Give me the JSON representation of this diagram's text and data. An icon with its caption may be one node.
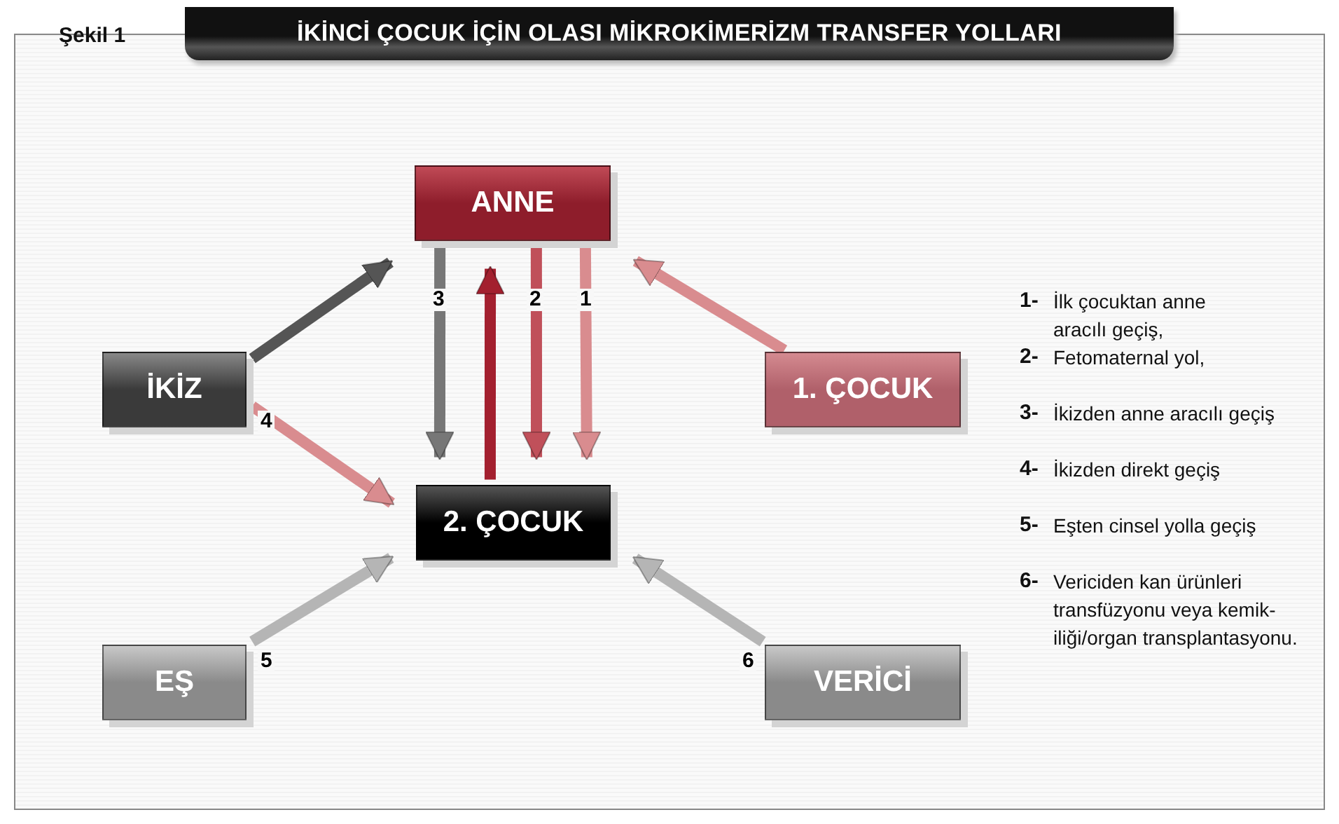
{
  "diagram": {
    "title": "İKİNCİ ÇOCUK İÇİN OLASI MİKROKİMERİZM TRANSFER YOLLARI",
    "nodes": [
      {
        "text": [
          "ANNE"
        ]
      },
      {
        "text": [
          "İKİZ"
        ]
      },
      {
        "text": [
          "1. ÇOCUK"
        ]
      },
      {
        "text": [
          "2. ÇOCUK"
        ]
      },
      {
        "text": [
          "EŞ"
        ]
      },
      {
        "text": [
          "VERİCİ"
        ]
      }
    ],
    "edges": [
      {
        "from": 1,
        "to": 0,
        "arrow": "to",
        "color": "#555555"
      },
      {
        "from": 2,
        "to": 0,
        "arrow": "to",
        "color": "#d98c8f"
      },
      {
        "from": 0,
        "to": 3,
        "arrow": "to",
        "label": "3",
        "color": "#777777"
      },
      {
        "from": 3,
        "to": 0,
        "arrow": "to",
        "color": "#a3202f"
      },
      {
        "from": 0,
        "to": 3,
        "arrow": "to",
        "label": "2",
        "color": "#c0505a"
      },
      {
        "from": 0,
        "to": 3,
        "arrow": "to",
        "label": "1",
        "color": "#d98c8f"
      },
      {
        "from": 1,
        "to": 3,
        "arrow": "to",
        "label": "4",
        "color": "#d98c8f"
      },
      {
        "from": 4,
        "to": 3,
        "arrow": "to",
        "label": "5",
        "color": "#b5b5b5"
      },
      {
        "from": 5,
        "to": 3,
        "arrow": "to",
        "label": "6",
        "color": "#b5b5b5"
      }
    ],
    "labels": [
      "Şekil 1",
      "1-",
      "İlk çocuktan anne aracılı geçiş,",
      "2-",
      "Fetomaternal yol,",
      "3-",
      "İkizden anne aracılı geçiş",
      "4-",
      "İkizden direkt geçiş",
      "5-",
      "Eşten cinsel yolla geçiş",
      "6-",
      "Vericiden kan ürünleri transfüzyonu veya kemik-iliği/organ transplantasyonu."
    ]
  }
}
